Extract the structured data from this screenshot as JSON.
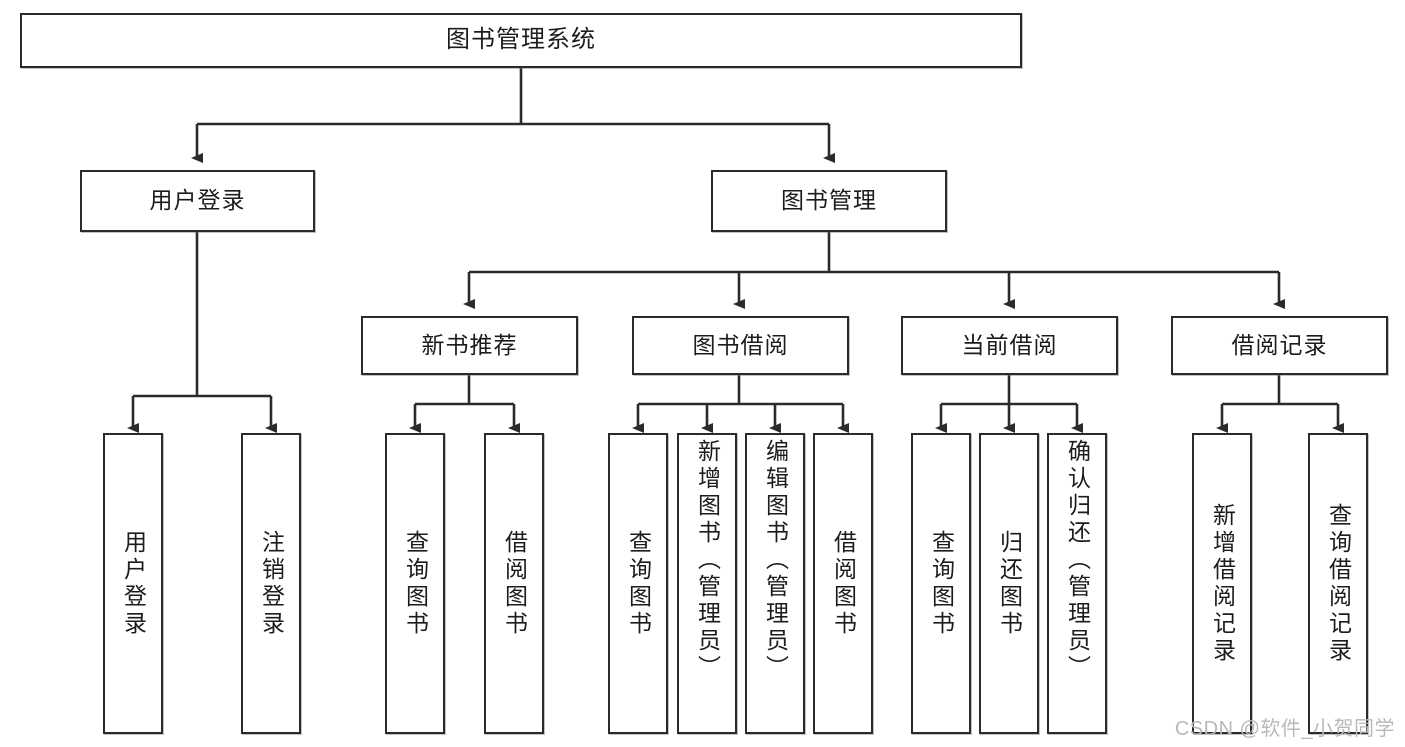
{
  "diagram": {
    "title": "图书管理系统",
    "type": "tree-hierarchy-diagram",
    "watermark": "CSDN @软件_小贺同学",
    "colors": {
      "box_border": "#2b2b2b",
      "box_fill": "#ffffff",
      "connector": "#2b2b2b",
      "text": "#1c1c1c",
      "watermark": "#b9b9b9"
    },
    "root": {
      "label": "图书管理系统"
    },
    "level2": [
      {
        "id": "user-login",
        "label": "用户登录"
      },
      {
        "id": "book-management",
        "label": "图书管理"
      }
    ],
    "level3": [
      {
        "id": "new-book-recommend",
        "label": "新书推荐"
      },
      {
        "id": "book-borrow",
        "label": "图书借阅"
      },
      {
        "id": "current-borrow",
        "label": "当前借阅"
      },
      {
        "id": "borrow-record",
        "label": "借阅记录"
      }
    ],
    "leaves": {
      "user_login": [
        {
          "id": "leaf-user-login",
          "label": "用户登录"
        },
        {
          "id": "leaf-logout-login",
          "label": "注销登录"
        }
      ],
      "new_book_recommend": [
        {
          "id": "leaf-query-book-1",
          "label": "查询图书"
        },
        {
          "id": "leaf-borrow-book-1",
          "label": "借阅图书"
        }
      ],
      "book_borrow": [
        {
          "id": "leaf-query-book-2",
          "label": "查询图书"
        },
        {
          "id": "leaf-add-book",
          "label": "新增图书（管理员）"
        },
        {
          "id": "leaf-edit-book",
          "label": "编辑图书（管理员）"
        },
        {
          "id": "leaf-borrow-book-2",
          "label": "借阅图书"
        }
      ],
      "current_borrow": [
        {
          "id": "leaf-query-book-3",
          "label": "查询图书"
        },
        {
          "id": "leaf-return-book",
          "label": "归还图书"
        },
        {
          "id": "leaf-confirm-return",
          "label": "确认归还（管理员）"
        }
      ],
      "borrow_record": [
        {
          "id": "leaf-add-record",
          "label": "新增借阅记录"
        },
        {
          "id": "leaf-query-record",
          "label": "查询借阅记录"
        }
      ]
    }
  }
}
